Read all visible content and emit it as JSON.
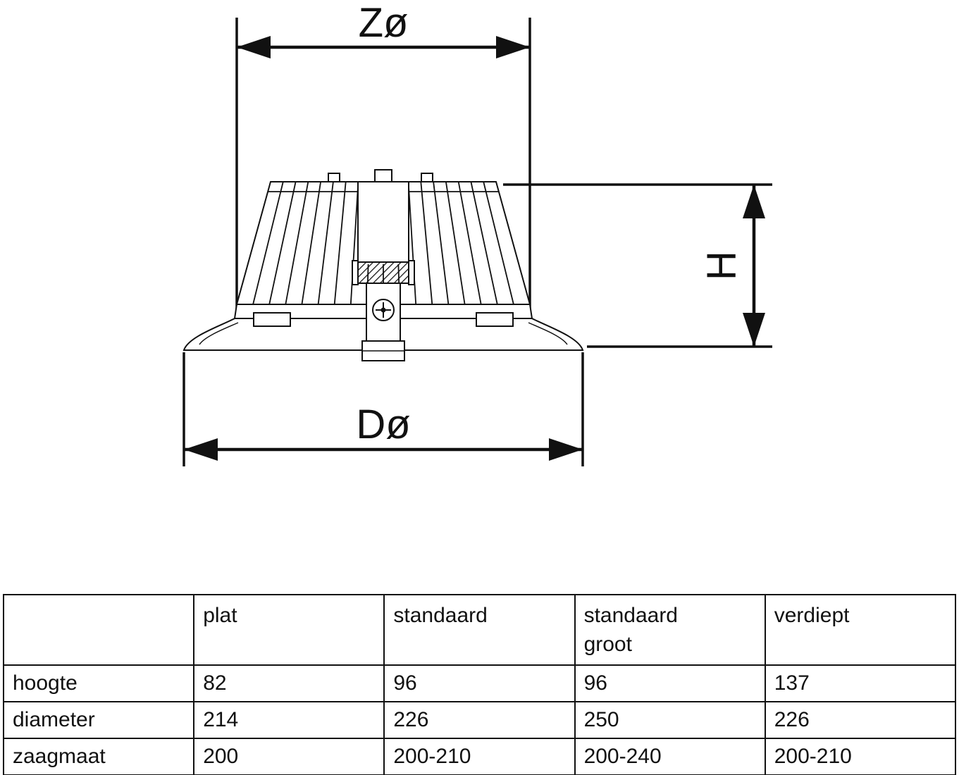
{
  "diagram": {
    "labels": {
      "cutout_diameter": "Zø",
      "height": "H",
      "outer_diameter": "Dø"
    }
  },
  "table": {
    "columns": [
      "plat",
      "standaard",
      "standaard groot",
      "verdiept"
    ],
    "rows": [
      {
        "label": "hoogte",
        "values": [
          "82",
          "96",
          "96",
          "137"
        ]
      },
      {
        "label": "diameter",
        "values": [
          "214",
          "226",
          "250",
          "226"
        ]
      },
      {
        "label": "zaagmaat",
        "values": [
          "200",
          "200-210",
          "200-240",
          "200-210"
        ]
      }
    ]
  }
}
